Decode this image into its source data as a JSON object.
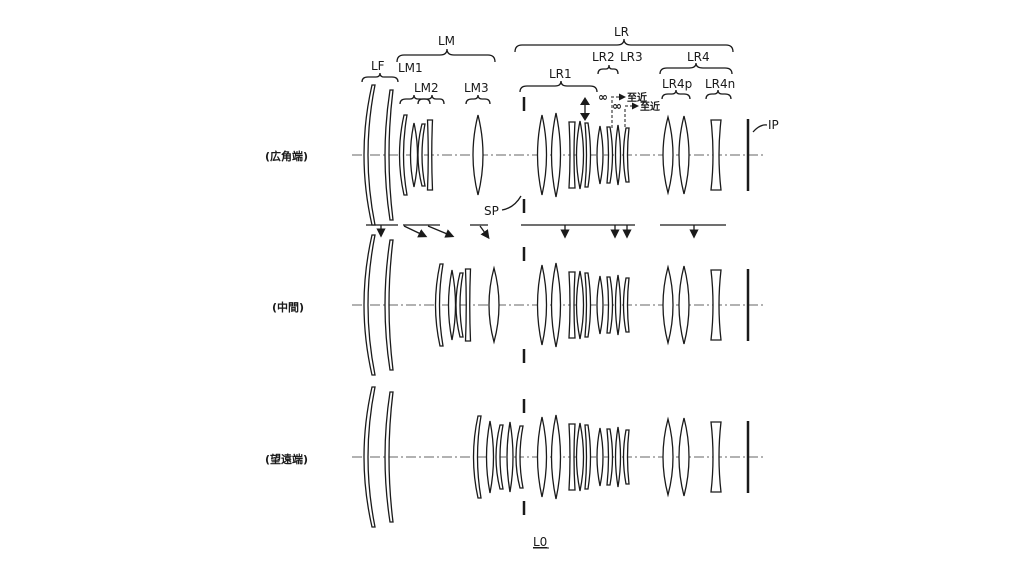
{
  "labels": {
    "LF": "LF",
    "LM": "LM",
    "LM1": "LM1",
    "LM2": "LM2",
    "LM3": "LM3",
    "LR": "LR",
    "LR1": "LR1",
    "LR2": "LR2",
    "LR3": "LR3",
    "LR4": "LR4",
    "LR4p": "LR4p",
    "LR4n": "LR4n",
    "IP": "IP",
    "SP": "SP",
    "L0": "L0",
    "infinity": "∞",
    "near": "至近"
  },
  "states": {
    "wide": "(広角端)",
    "middle": "(中間)",
    "tele": "(望遠端)"
  }
}
